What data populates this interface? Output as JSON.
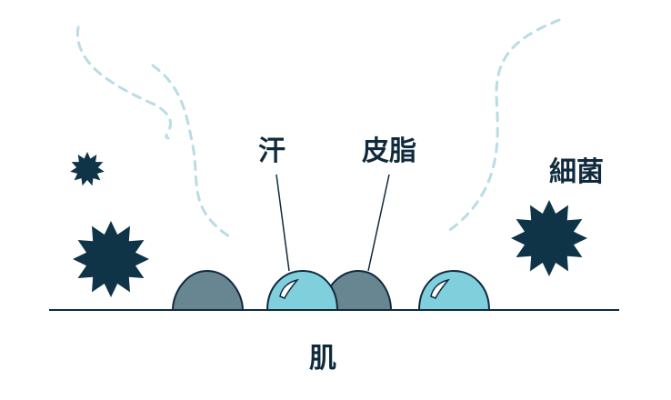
{
  "labels": {
    "sweat": "汗",
    "sebum": "皮脂",
    "bacteria": "細菌",
    "skin": "肌"
  },
  "icons": {
    "bacteria": "bacteria-icon",
    "sweat_droplet": "sweat-droplet-icon",
    "sebum_droplet": "sebum-droplet-icon",
    "odor_wave": "odor-wave-icon"
  },
  "colors": {
    "ink": "#102a3d",
    "bacteria": "#0f3448",
    "sweat": "#7fcfdc",
    "sebum": "#688592",
    "odor": "#b9dde5"
  }
}
